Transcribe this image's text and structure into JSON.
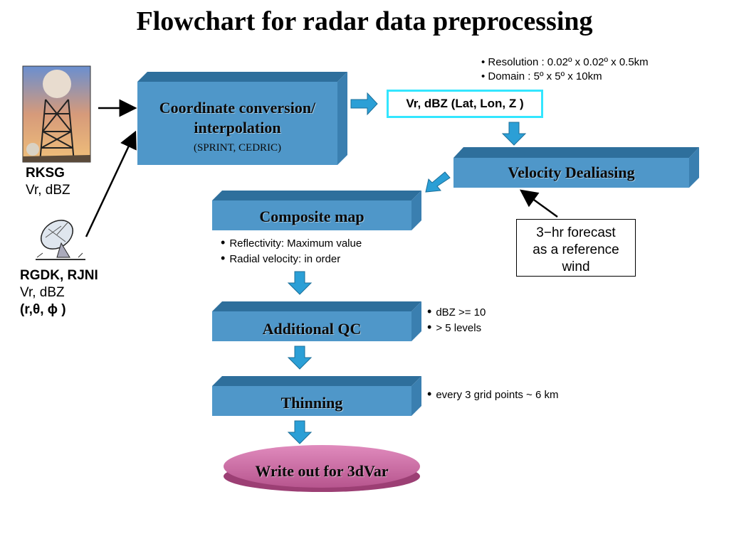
{
  "title": "Flowchart for radar data preprocessing",
  "radars": {
    "rksg": {
      "name": "RKSG",
      "vars": "Vr, dBZ"
    },
    "rgdk": {
      "name": "RGDK, RJNI",
      "vars": "Vr, dBZ",
      "coords": "(r,θ, ϕ )"
    }
  },
  "steps": {
    "coord": {
      "line1": "Coordinate conversion/",
      "line2": "interpolation",
      "sub": "(SPRINT, CEDRIC)"
    },
    "dealias": {
      "label": "Velocity Dealiasing"
    },
    "composite": {
      "label": "Composite map"
    },
    "qc": {
      "label": "Additional QC"
    },
    "thin": {
      "label": "Thinning"
    },
    "write": {
      "label": "Write out for 3dVar"
    }
  },
  "output_box": {
    "label": "Vr, dBZ (Lat, Lon, Z )"
  },
  "grid_notes": {
    "resolution": "Resolution : 0.02º x 0.02º x 0.5km",
    "domain": "Domain : 5º x 5º x 10km"
  },
  "composite_notes": [
    "Reflectivity: Maximum value",
    "Radial velocity: in order"
  ],
  "qc_notes": [
    "dBZ >= 10",
    "> 5 levels"
  ],
  "thin_notes": [
    "every 3 grid points ~ 6 km"
  ],
  "forecast_box": {
    "line1": "3−hr forecast",
    "line2": "as a reference",
    "line3": "wind"
  },
  "colors": {
    "box_front": "#4f97c9",
    "box_top": "#2e6f9c",
    "box_side": "#3a7fb0",
    "arrow": "#2b9fd6",
    "ellipse": "#c56aa0",
    "highlight": "#33e6ff"
  }
}
